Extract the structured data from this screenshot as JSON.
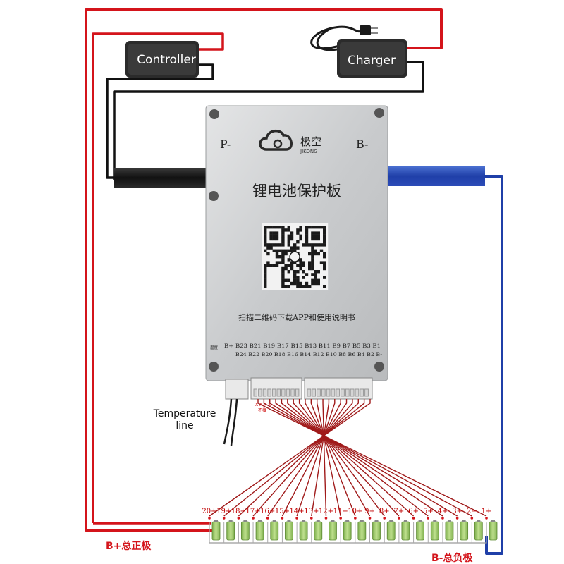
{
  "devices": {
    "controller": "Controller",
    "charger": "Charger"
  },
  "board": {
    "terminal_p": "P-",
    "terminal_b": "B-",
    "brand_cn": "极空",
    "brand_en": "JIKONG",
    "title": "锂电池保护板",
    "scan_text": "扫描二维码下载APP和使用说明书",
    "temp_label": "温度",
    "pin_row_top": "B+ B23 B21 B19 B17 B15 B13 B11 B9 B7 B5 B3 B1",
    "pin_row_bottom": "B24 B22 B20 B18 B16 B14 B12 B10 B8 B6 B4 B2 B-",
    "unused_marks": "X X X X",
    "unused_label": "不接"
  },
  "labels": {
    "temperature_line": "Temperature",
    "temperature_line_2": "line",
    "b_plus": "B+总正极",
    "b_minus": "B-总负极"
  },
  "cells": [
    "20+",
    "19+",
    "18+",
    "17+",
    "16+",
    "15+",
    "14+",
    "13+",
    "12+",
    "11+",
    "10+",
    "9+",
    "8+",
    "7+",
    "6+",
    "5+",
    "4+",
    "3+",
    "2+",
    "1+"
  ],
  "colors": {
    "positive_wire": "#d4141b",
    "negative_wire": "#1f3fa8",
    "black_wire": "#111111",
    "balance_wire": "#a01a1a",
    "board": "#cfd1d3",
    "cell": "#98c267"
  }
}
